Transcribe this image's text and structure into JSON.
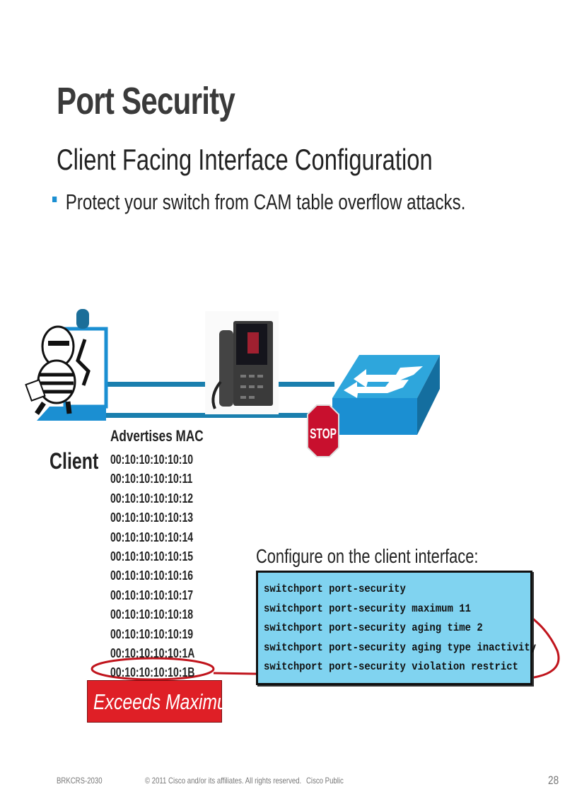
{
  "slide": {
    "title": "Port Security",
    "subtitle": "Client Facing Interface Configuration",
    "bullet": "Protect your switch from CAM table overflow attacks.",
    "colors": {
      "accent": "#1b8fd2",
      "link_blue": "#1a7fae",
      "config_bg": "#80d3f0",
      "alert_red": "#df1f26"
    }
  },
  "diagram": {
    "client_label": "Client",
    "advertises_label": "Advertises MAC",
    "mac_addresses": [
      "00:10:10:10:10:10",
      "00:10:10:10:10:11",
      "00:10:10:10:10:12",
      "00:10:10:10:10:13",
      "00:10:10:10:10:14",
      "00:10:10:10:10:15",
      "00:10:10:10:10:16",
      "00:10:10:10:10:17",
      "00:10:10:10:10:18",
      "00:10:10:10:10:19",
      "00:10:10:10:10:1A",
      "00:10:10:10:10:1B"
    ],
    "stop_sign": "STOP",
    "exceeds_label": "Exceeds Maximum",
    "icons": [
      "hacker-laptop-icon",
      "ip-phone-icon",
      "switch-icon",
      "stop-sign-icon"
    ]
  },
  "config": {
    "label": "Configure on the client interface:",
    "lines": [
      "switchport port-security",
      "switchport port-security maximum 11",
      "switchport port-security aging time 2",
      "switchport port-security aging type inactivity",
      "switchport port-security violation restrict"
    ]
  },
  "footer": {
    "session": "BRKCRS-2030",
    "copyright": "© 2011 Cisco and/or its affiliates. All rights reserved.",
    "classification": "Cisco Public",
    "page_number": "28"
  }
}
